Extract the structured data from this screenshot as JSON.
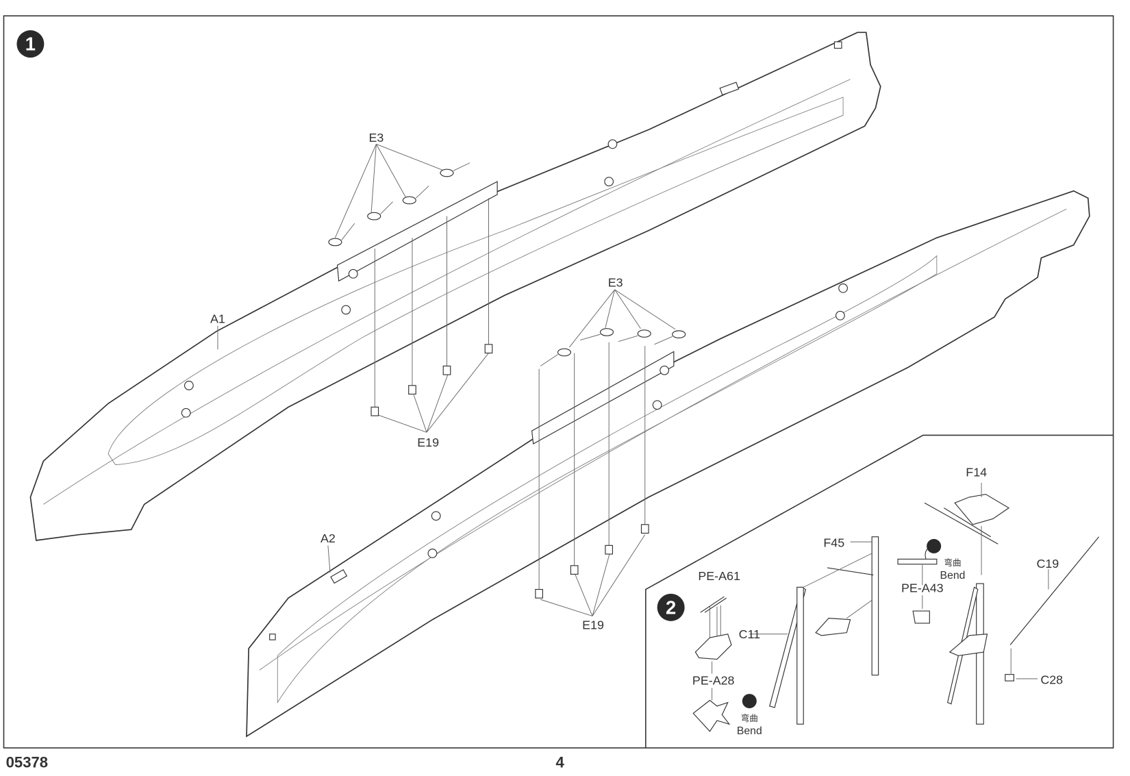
{
  "page": {
    "code": "05378",
    "page_number": "4"
  },
  "step1": {
    "number": "1",
    "labels": {
      "a1": "A1",
      "a2": "A2",
      "e3_top": "E3",
      "e19_top": "E19",
      "e3_bottom": "E3",
      "e19_bottom": "E19"
    }
  },
  "step2": {
    "number": "2",
    "labels": {
      "f14": "F14",
      "f45": "F45",
      "c19": "C19",
      "c28": "C28",
      "c11": "C11",
      "pe_a61": "PE-A61",
      "pe_a28": "PE-A28",
      "pe_a43": "PE-A43"
    },
    "bend_notes": [
      {
        "chinese": "弯曲",
        "english": "Bend"
      },
      {
        "chinese": "弯曲",
        "english": "Bend"
      }
    ]
  },
  "colors": {
    "line": "#333333",
    "badge": "#2a2a2a"
  }
}
